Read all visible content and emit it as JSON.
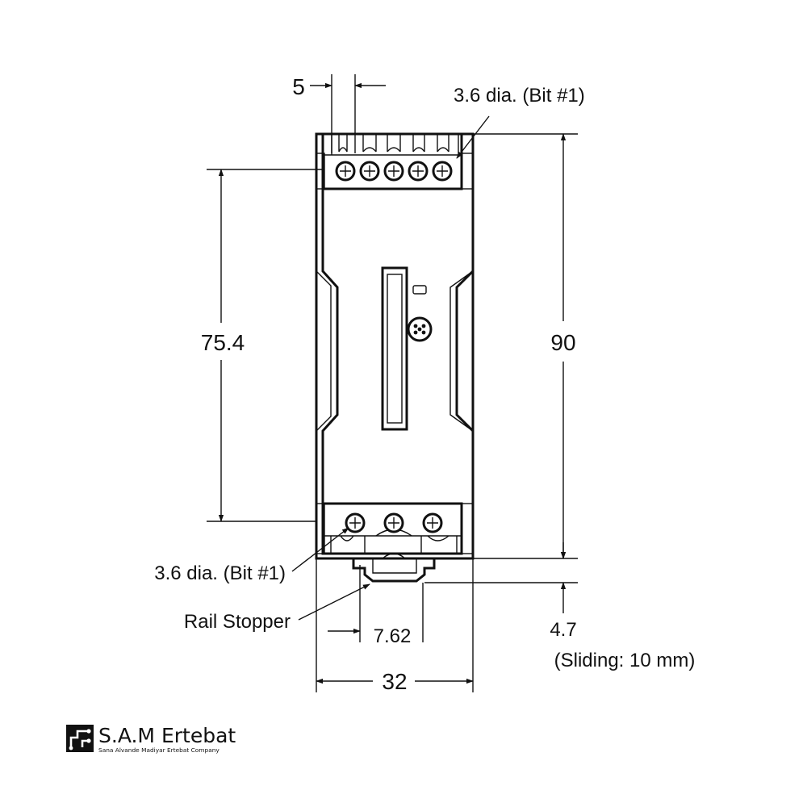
{
  "dimensions": {
    "terminal_pitch": "5",
    "screw_dia_top": "3.6 dia. (Bit #1)",
    "screw_dia_bottom": "3.6 dia. (Bit #1)",
    "mounting_height": "75.4",
    "overall_height": "90",
    "rail_stopper": "Rail Stopper",
    "stopper_offset": "7.62",
    "stopper_travel": "4.7",
    "stopper_sliding": "(Sliding: 10 mm)",
    "width": "32"
  },
  "brand": {
    "name": "S.A.M Ertebat",
    "tagline": "Sana Alvande Madiyar Ertebat Company",
    "logo_icon": "sam-logo-icon"
  },
  "colors": {
    "line": "#111111",
    "background": "#ffffff"
  }
}
